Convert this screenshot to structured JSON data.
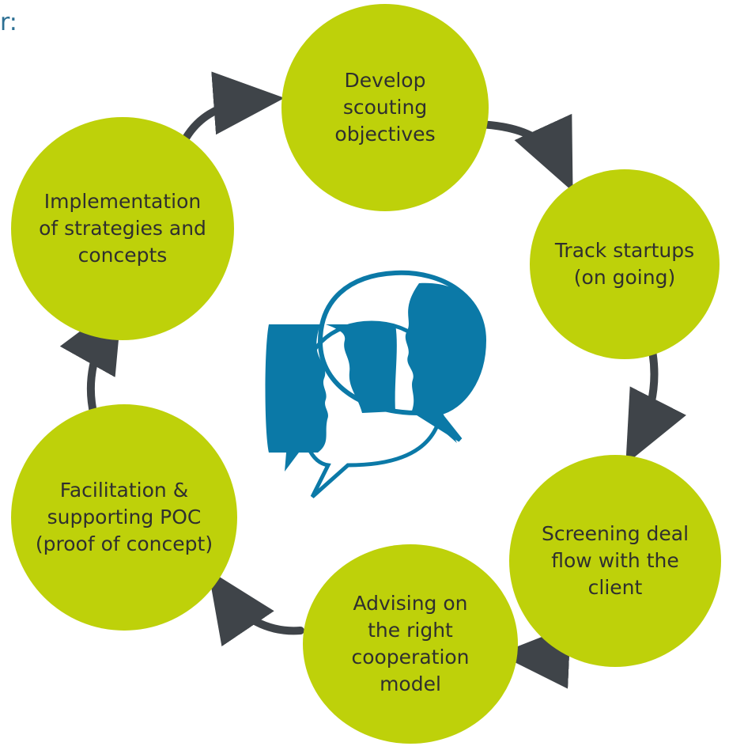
{
  "corner_text": "r:",
  "colors": {
    "node_fill": "#bed10a",
    "arrow": "#3f4449",
    "icon": "#0b79a7",
    "label": "#2f2f2f"
  },
  "nodes": [
    {
      "id": "develop",
      "label": "Develop\nscouting\nobjectives"
    },
    {
      "id": "track",
      "label": "Track startups\n(on going)"
    },
    {
      "id": "screening",
      "label": "Screening deal\nflow with the\nclient"
    },
    {
      "id": "advising",
      "label": "Advising on\nthe right\ncooperation\nmodel"
    },
    {
      "id": "facilitation",
      "label": "Facilitation &\nsupporting POC\n(proof of concept)"
    },
    {
      "id": "implementation",
      "label": "Implementation\nof strategies and\nconcepts"
    }
  ],
  "edges": [
    {
      "from": "develop",
      "to": "track"
    },
    {
      "from": "track",
      "to": "screening"
    },
    {
      "from": "screening",
      "to": "advising"
    },
    {
      "from": "advising",
      "to": "facilitation"
    },
    {
      "from": "facilitation",
      "to": "implementation"
    },
    {
      "from": "implementation",
      "to": "develop"
    }
  ],
  "center_icon": "speech-bubbles-faces-icon"
}
